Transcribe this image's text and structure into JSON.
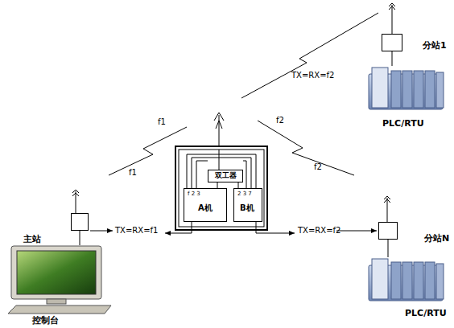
{
  "diagram": {
    "nodes": [
      {
        "text": [
          "分站1"
        ]
      },
      {
        "text": [
          "PLC/RTU"
        ]
      },
      {
        "text": [
          "双工器"
        ]
      },
      {
        "text": [
          "f 2 3",
          "A机"
        ]
      },
      {
        "text": [
          "2 3 7",
          "B机"
        ]
      },
      {
        "text": [
          "主站"
        ]
      },
      {
        "text": [
          "控制台"
        ]
      },
      {
        "text": [
          "分站N"
        ]
      },
      {
        "text": [
          "PLC/RTU"
        ]
      }
    ],
    "edges": [
      {
        "from": 0,
        "to": 1,
        "arrow": "none"
      },
      {
        "from": 2,
        "to": 3,
        "arrow": "none"
      },
      {
        "from": 2,
        "to": 4,
        "arrow": "none"
      },
      {
        "from": 5,
        "to": 6,
        "arrow": "none"
      },
      {
        "from": 7,
        "to": 8,
        "arrow": "none"
      }
    ],
    "labels": [
      "TX=RX=f2",
      "f1",
      "f1",
      "f2",
      "f2",
      "TX=RX=f1",
      "TX=RX=f2"
    ]
  }
}
